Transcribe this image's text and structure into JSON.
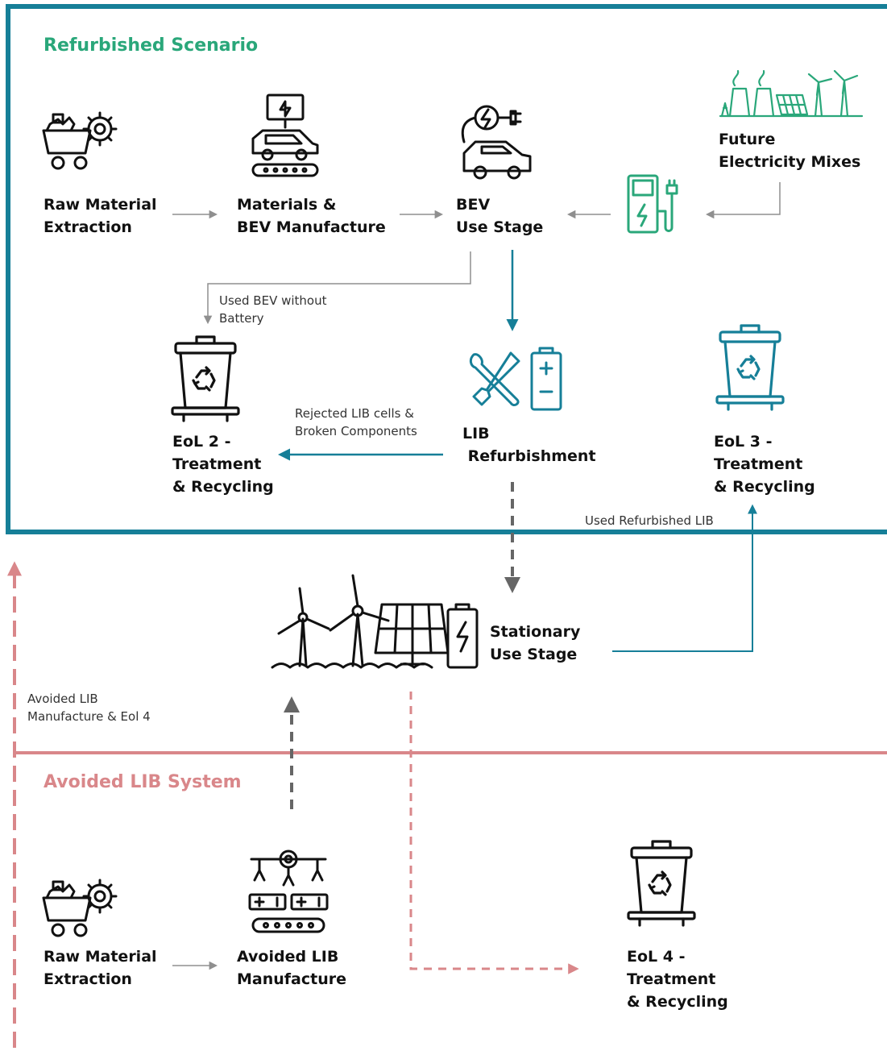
{
  "colors": {
    "teal": "#167f98",
    "green": "#2aa77a",
    "pink": "#d9878a",
    "gray": "#8f8f8f",
    "dark_gray": "#666666",
    "icon": "#111111"
  },
  "sections": {
    "refurbished": "Refurbished Scenario",
    "avoided": "Avoided LIB System"
  },
  "nodes": {
    "raw_material_1": "Raw Material\nExtraction",
    "bev_manufacture": "Materials &\nBEV Manufacture",
    "bev_use": "BEV\nUse Stage",
    "electricity": "Future\nElectricity Mixes",
    "eol2": "EoL 2 -\nTreatment\n& Recycling",
    "lib_refurb": "LIB\n Refurbishment",
    "eol3": "EoL 3 -\nTreatment\n& Recycling",
    "stationary": "Stationary\nUse Stage",
    "raw_material_2": "Raw Material\nExtraction",
    "avoided_manufacture": "Avoided LIB\nManufacture",
    "eol4": "EoL 4 -\nTreatment\n& Recycling"
  },
  "flow_labels": {
    "used_bev": "Used BEV without\nBattery",
    "rejected": "Rejected LIB cells &\nBroken Components",
    "used_refurb": "Used Refurbished LIB",
    "avoided_eol4": "Avoided LIB\nManufacture & Eol 4"
  },
  "icons": {
    "mine_cart": "mine-cart-icon",
    "car_factory": "car-factory-icon",
    "ev_charging": "ev-charging-icon",
    "power_plant": "power-plant-icon",
    "charging_station": "charging-station-icon",
    "recycle_bin": "recycle-bin-icon",
    "tools_battery": "tools-battery-icon",
    "renewable_storage": "renewable-storage-icon",
    "battery_factory": "battery-factory-icon"
  }
}
